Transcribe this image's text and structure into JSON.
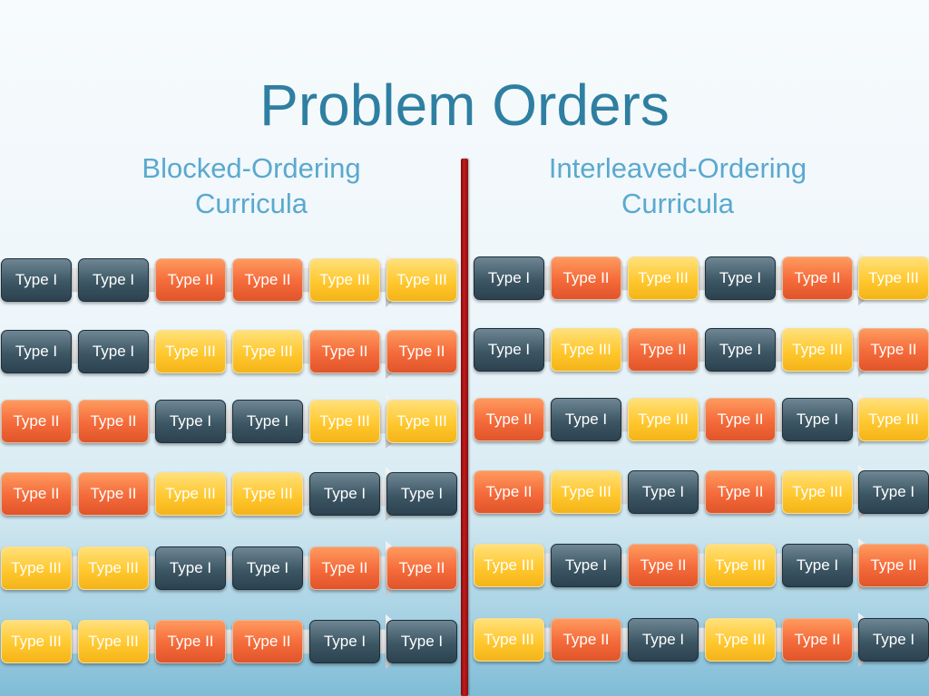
{
  "slide": {
    "title": "Problem Orders",
    "blocked_heading_line1": "Blocked-Ordering",
    "blocked_heading_line2": "Curricula",
    "interleaved_heading_line1": "Interleaved-Ordering",
    "interleaved_heading_line2": "Curricula"
  },
  "labels": {
    "type1": "Type I",
    "type2": "Type II",
    "type3": "Type III"
  },
  "colors": {
    "type1": "#3d5664",
    "type2": "#f46a3a",
    "type3": "#ffc82e",
    "divider": "#b51818",
    "title": "#2e7fa1",
    "heading": "#5aa9cf"
  },
  "blocked_rows": [
    [
      "Type I",
      "Type I",
      "Type II",
      "Type II",
      "Type III",
      "Type III"
    ],
    [
      "Type I",
      "Type I",
      "Type III",
      "Type III",
      "Type II",
      "Type II"
    ],
    [
      "Type II",
      "Type II",
      "Type I",
      "Type I",
      "Type III",
      "Type III"
    ],
    [
      "Type II",
      "Type II",
      "Type III",
      "Type III",
      "Type I",
      "Type I"
    ],
    [
      "Type III",
      "Type III",
      "Type I",
      "Type I",
      "Type II",
      "Type II"
    ],
    [
      "Type III",
      "Type III",
      "Type II",
      "Type II",
      "Type I",
      "Type I"
    ]
  ],
  "interleaved_rows": [
    [
      "Type I",
      "Type II",
      "Type III",
      "Type I",
      "Type II",
      "Type III"
    ],
    [
      "Type I",
      "Type III",
      "Type II",
      "Type I",
      "Type III",
      "Type II"
    ],
    [
      "Type II",
      "Type I",
      "Type III",
      "Type II",
      "Type I",
      "Type III"
    ],
    [
      "Type II",
      "Type III",
      "Type I",
      "Type II",
      "Type III",
      "Type I"
    ],
    [
      "Type III",
      "Type I",
      "Type II",
      "Type III",
      "Type I",
      "Type II"
    ],
    [
      "Type III",
      "Type II",
      "Type I",
      "Type III",
      "Type II",
      "Type I"
    ]
  ]
}
